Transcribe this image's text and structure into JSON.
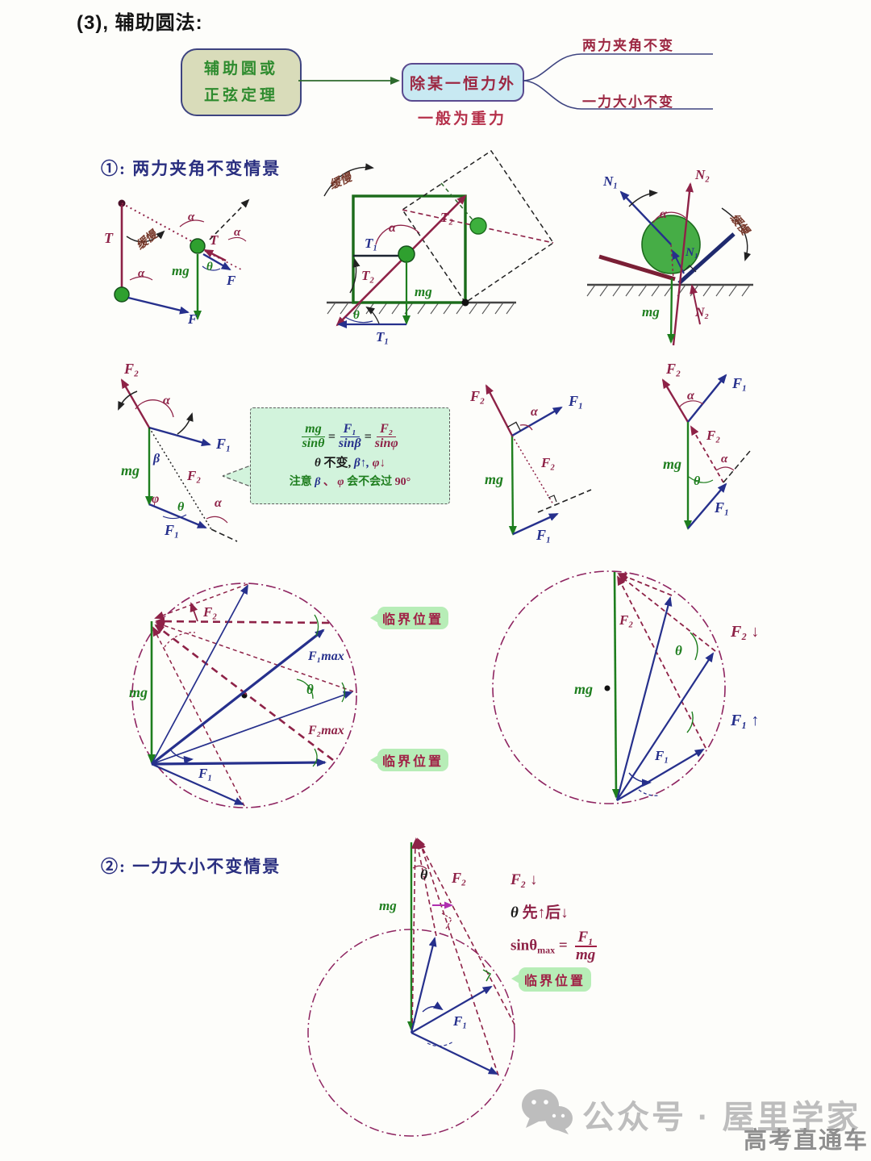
{
  "title": "(3), 辅助圆法:",
  "flow": {
    "box1_l1": "辅助圆或",
    "box1_l2": "正弦定理",
    "box2": "除某一恒力外",
    "note": "一般为重力",
    "branch_top": "两力夹角不变",
    "branch_bottom": "一力大小不变"
  },
  "sections": {
    "s1": "①: 两力夹角不变情景",
    "s2": "②: 一力大小不变情景"
  },
  "labels": {
    "T": "T",
    "T1": "T₁",
    "T2": "T₂",
    "N1": "N₁",
    "N2": "N₂",
    "F": "F",
    "F1": "F₁",
    "F2": "F₂",
    "F1max": "F₁max",
    "F2max": "F₂max",
    "mg": "mg",
    "alpha": "α",
    "beta": "β",
    "phi": "φ",
    "theta": "θ",
    "slow": "缓慢",
    "critical": "临界位置",
    "f2_down": "F₂ ↓",
    "f1_up": "F₁ ↑"
  },
  "formula": {
    "mg": "mg",
    "sin_theta": "sinθ",
    "F1": "F₁",
    "sin_beta": "sinβ",
    "F2": "F₂",
    "sin_phi": "sinφ",
    "eq": "=",
    "l2_theta": "θ",
    "l2_a": "不变,",
    "l2_b": "β↑,",
    "l2_c": "φ↓",
    "l3_a": "注意",
    "l3_b": "β",
    "l3_c": "、",
    "l3_d": "φ",
    "l3_e": "会不会过",
    "l3_f": "90°"
  },
  "bottom": {
    "f2_down": "F₂ ↓",
    "theta": "θ",
    "theta_note": "先↑后↓",
    "sin": "sinθ",
    "sub": "max",
    "eq": "=",
    "F1": "F₁",
    "mg": "mg"
  },
  "watermark": {
    "main": "公众号 · 屋里学家",
    "sub": "高考直通车"
  }
}
